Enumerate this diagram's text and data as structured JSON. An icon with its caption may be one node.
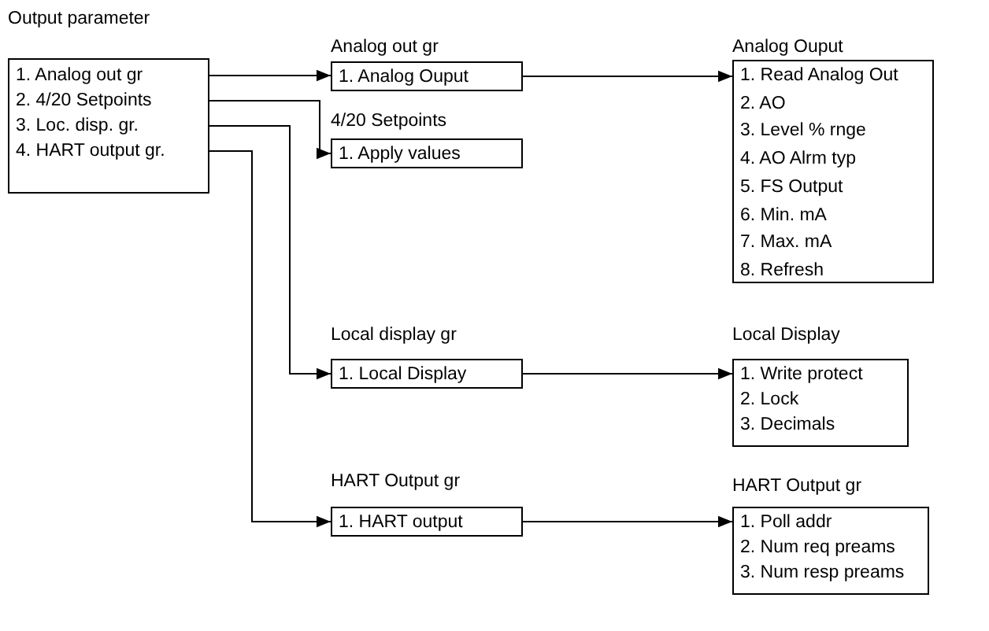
{
  "diagram": {
    "nodes": [
      {
        "text": [
          "Output parameter"
        ]
      },
      {
        "text": [
          "1. Analog out gr"
        ],
        "in": 0
      },
      {
        "text": [
          "2. 4/20 Setpoints"
        ],
        "in": 0
      },
      {
        "text": [
          "3. Loc. disp. gr."
        ],
        "in": 0
      },
      {
        "text": [
          "4. HART output gr."
        ],
        "in": 0
      },
      {
        "text": [
          "Analog out gr",
          "1. Analog Ouput"
        ]
      },
      {
        "text": [
          "4/20 Setpoints",
          "1. Apply values"
        ]
      },
      {
        "text": [
          "Analog Ouput",
          "1. Read Analog Out",
          "2. AO",
          "3. Level % rnge",
          "4. AO Alrm typ",
          "5. FS Output",
          "6. Min. mA",
          "7. Max. mA",
          "8. Refresh"
        ]
      },
      {
        "text": [
          "Local display gr",
          "1. Local Display"
        ]
      },
      {
        "text": [
          "Local Display",
          "1. Write protect",
          "2. Lock",
          "3. Decimals"
        ]
      },
      {
        "text": [
          "HART Output gr",
          "1. HART output"
        ]
      },
      {
        "text": [
          "HART Output gr",
          "1. Poll addr",
          "2. Num req preams",
          "3. Num resp preams"
        ]
      }
    ],
    "edges": [
      {
        "from": 1,
        "to": 5,
        "arrow": "to"
      },
      {
        "from": 2,
        "to": 6,
        "arrow": "to"
      },
      {
        "from": 3,
        "to": 8,
        "arrow": "to"
      },
      {
        "from": 4,
        "to": 10,
        "arrow": "to"
      },
      {
        "from": 5,
        "to": 7,
        "arrow": "to"
      },
      {
        "from": 8,
        "to": 9,
        "arrow": "to"
      },
      {
        "from": 10,
        "to": 11,
        "arrow": "to"
      }
    ]
  }
}
